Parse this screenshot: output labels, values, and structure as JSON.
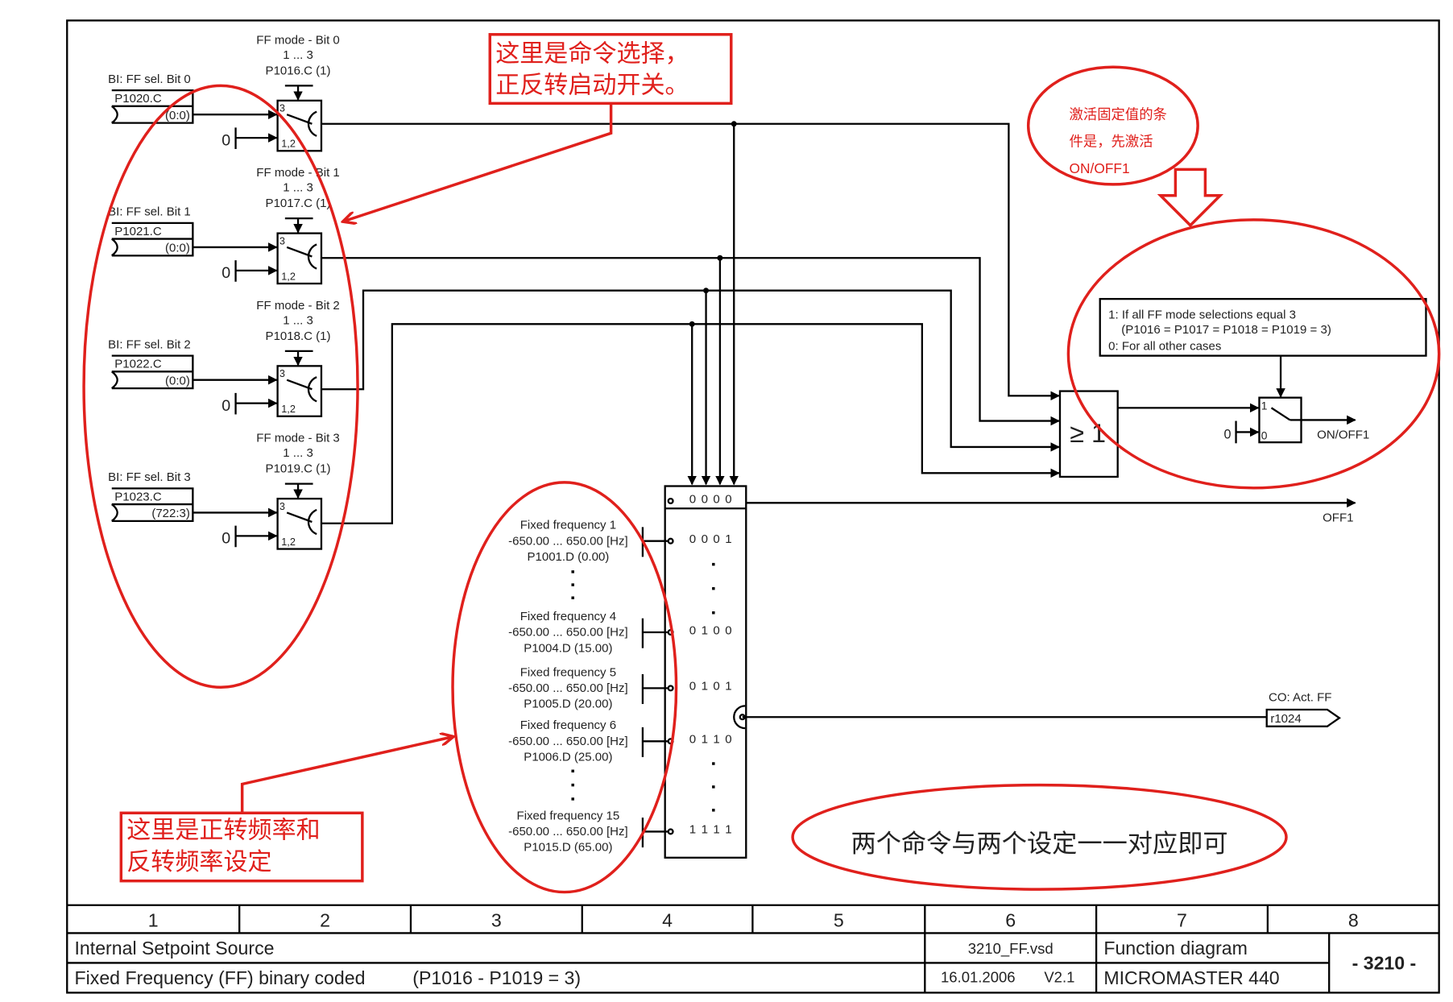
{
  "selectors": [
    {
      "mode_label": "FF mode - Bit 0",
      "range": "1 ... 3",
      "mode_param": "P1016.C (1)",
      "bi_label": "BI: FF sel. Bit 0",
      "bi_param": "P1020.C",
      "bi_value": "(0:0)",
      "zero": "0",
      "pos_top": "3",
      "pos_bottom": "1,2"
    },
    {
      "mode_label": "FF mode - Bit 1",
      "range": "1 ... 3",
      "mode_param": "P1017.C (1)",
      "bi_label": "BI: FF sel. Bit 1",
      "bi_param": "P1021.C",
      "bi_value": "(0:0)",
      "zero": "0",
      "pos_top": "3",
      "pos_bottom": "1,2"
    },
    {
      "mode_label": "FF mode - Bit 2",
      "range": "1 ... 3",
      "mode_param": "P1018.C (1)",
      "bi_label": "BI: FF sel. Bit 2",
      "bi_param": "P1022.C",
      "bi_value": "(0:0)",
      "zero": "0",
      "pos_top": "3",
      "pos_bottom": "1,2"
    },
    {
      "mode_label": "FF mode - Bit 3",
      "range": "1 ... 3",
      "mode_param": "P1019.C (1)",
      "bi_label": "BI: FF sel. Bit 3",
      "bi_param": "P1023.C",
      "bi_value": "(722:3)",
      "zero": "0",
      "pos_top": "3",
      "pos_bottom": "1,2"
    }
  ],
  "frequencies": [
    {
      "name": "Fixed frequency 1",
      "range": "-650.00 ... 650.00  [Hz]",
      "param": "P1001.D (0.00)",
      "code": "0 0 0 1"
    },
    {
      "name": "Fixed frequency 4",
      "range": "-650.00 ... 650.00  [Hz]",
      "param": "P1004.D (15.00)",
      "code": "0 1 0 0"
    },
    {
      "name": "Fixed frequency 5",
      "range": "-650.00 ... 650.00  [Hz]",
      "param": "P1005.D (20.00)",
      "code": "0 1 0 1"
    },
    {
      "name": "Fixed frequency 6",
      "range": "-650.00 ... 650.00  [Hz]",
      "param": "P1006.D (25.00)",
      "code": "0 1 1 0"
    },
    {
      "name": "Fixed frequency 15",
      "range": "-650.00 ... 650.00  [Hz]",
      "param": "P1015.D (65.00)",
      "code": "1 1 1 1"
    }
  ],
  "mux": {
    "top_code": "0 0 0 0",
    "off1": "OFF1",
    "co_label": "CO: Act. FF",
    "co_param": "r1024"
  },
  "logic": {
    "or_label": "≥ 1",
    "condition_1": "1: If all FF mode selections equal 3",
    "condition_1b": "(P1016 = P1017 = P1018 = P1019 = 3)",
    "condition_0": "0: For all other cases",
    "switch_top": "1",
    "switch_bottom": "0",
    "zero": "0",
    "output": "ON/OFF1"
  },
  "annotations": {
    "command_line1": "这里是命令选择，",
    "command_line2": "正反转启动开关。",
    "activate_line1": "激活固定值的条",
    "activate_line2": "件是，先激活",
    "activate_line3": "ON/OFF1",
    "freq_line1": "这里是正转频率和",
    "freq_line2": "反转频率设定",
    "note": "两个命令与两个设定一一对应即可"
  },
  "title_block": {
    "columns": [
      "1",
      "2",
      "3",
      "4",
      "5",
      "6",
      "7",
      "8"
    ],
    "title1": "Internal Setpoint Source",
    "title2": "Fixed Frequency (FF) binary coded",
    "title2_params": "(P1016 - P1019 = 3)",
    "file": "3210_FF.vsd",
    "date": "16.01.2006",
    "version": "V2.1",
    "type": "Function diagram",
    "product": "MICROMASTER 440",
    "sheet": "- 3210 -"
  },
  "colors": {
    "annotation": "#e0201c",
    "line": "#000000"
  }
}
